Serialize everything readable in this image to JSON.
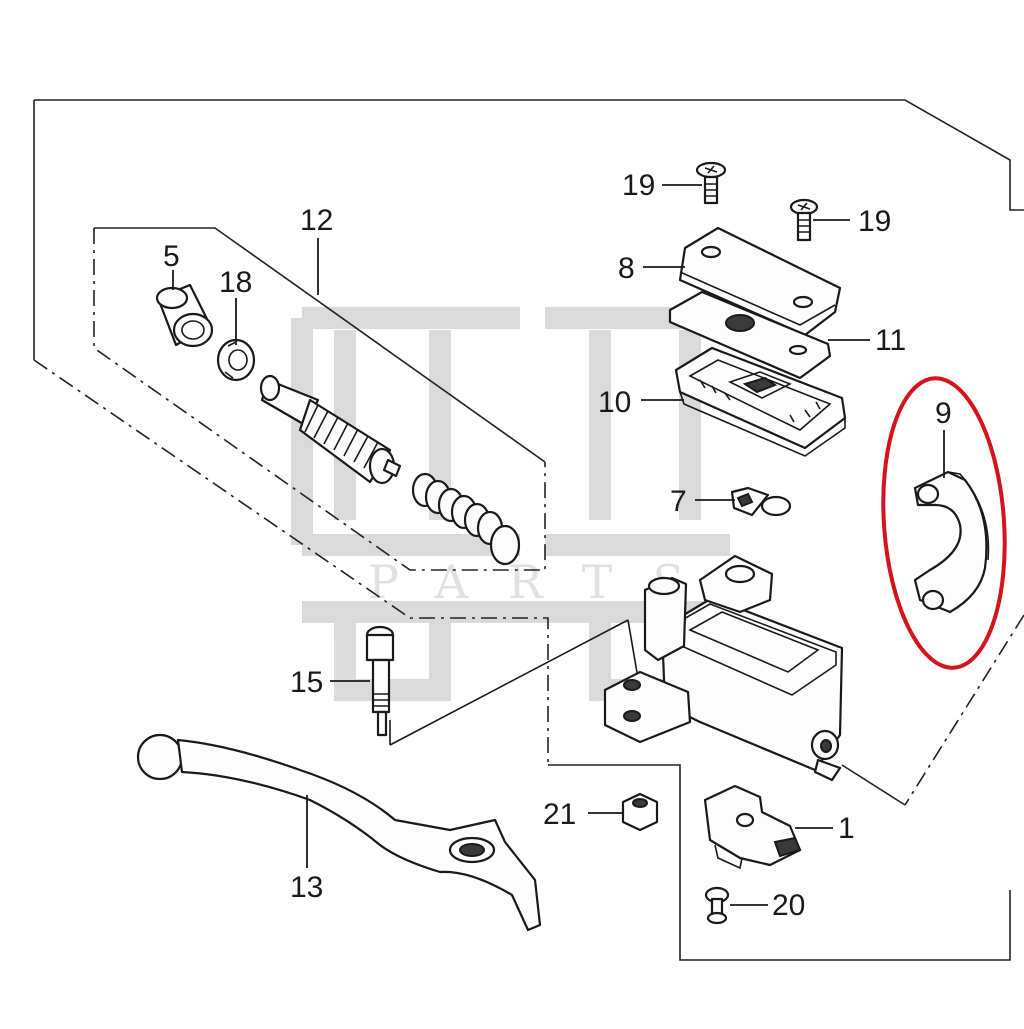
{
  "diagram": {
    "callouts": [
      {
        "id": "c1",
        "label": "1"
      },
      {
        "id": "c5",
        "label": "5"
      },
      {
        "id": "c7",
        "label": "7"
      },
      {
        "id": "c8",
        "label": "8"
      },
      {
        "id": "c9",
        "label": "9"
      },
      {
        "id": "c10",
        "label": "10"
      },
      {
        "id": "c11",
        "label": "11"
      },
      {
        "id": "c12",
        "label": "12"
      },
      {
        "id": "c13",
        "label": "13"
      },
      {
        "id": "c15",
        "label": "15"
      },
      {
        "id": "c18",
        "label": "18"
      },
      {
        "id": "c19a",
        "label": "19"
      },
      {
        "id": "c19b",
        "label": "19"
      },
      {
        "id": "c20",
        "label": "20"
      },
      {
        "id": "c21",
        "label": "21"
      }
    ],
    "highlight": {
      "target": "9",
      "color": "#d4141c"
    },
    "watermark": {
      "text": "PARTS",
      "color": "#c9c9c9"
    }
  }
}
